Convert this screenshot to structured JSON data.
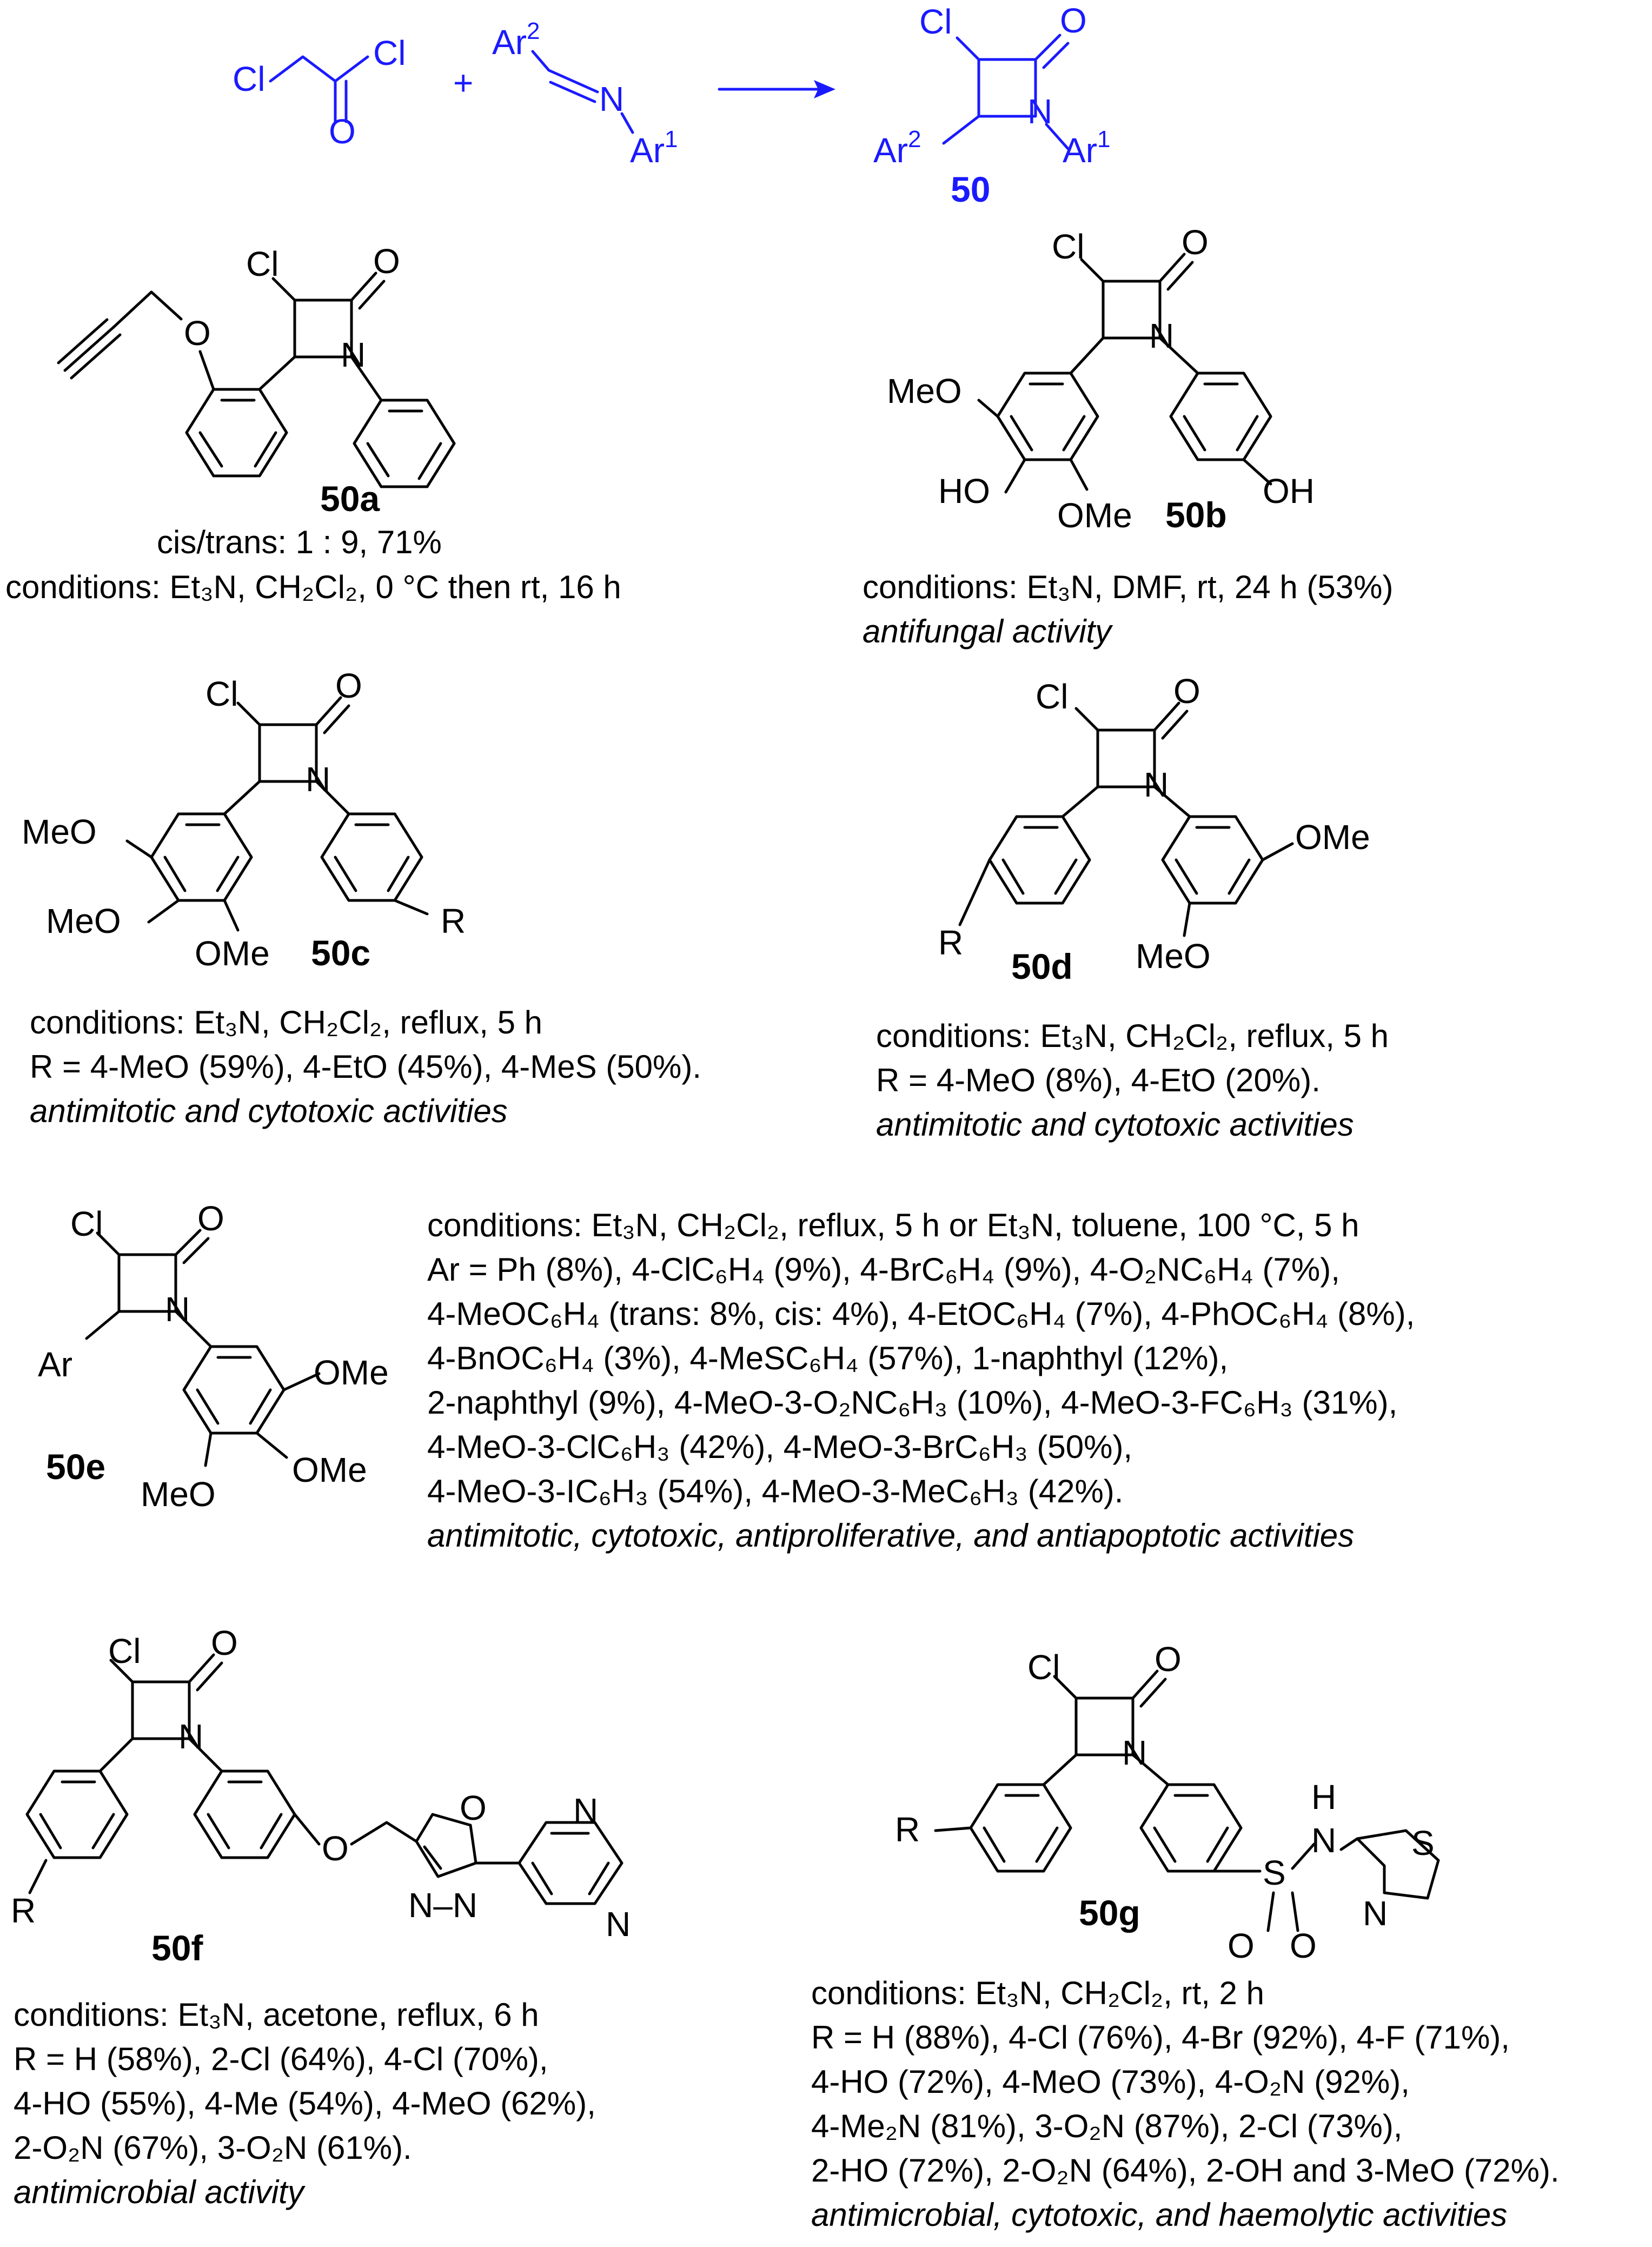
{
  "scheme": {
    "reagent1": {
      "cl_left": "Cl",
      "cl_right": "Cl",
      "o": "O"
    },
    "plus": "+",
    "imine": {
      "ar2": "Ar",
      "ar2_sup": "2",
      "n": "N",
      "ar1": "Ar",
      "ar1_sup": "1"
    },
    "product": {
      "cl": "Cl",
      "o": "O",
      "n": "N",
      "ar2": "Ar",
      "ar2_sup": "2",
      "ar1": "Ar",
      "ar1_sup": "1",
      "label": "50"
    }
  },
  "compounds": {
    "c50a": {
      "label": "50a",
      "cl": "Cl",
      "o": "O",
      "n": "N",
      "ether_o": "O"
    },
    "c50b": {
      "label": "50b",
      "cl": "Cl",
      "o": "O",
      "n": "N",
      "meo": "MeO",
      "ho": "HO",
      "ome": "OMe",
      "oh": "OH"
    },
    "c50c": {
      "label": "50c",
      "cl": "Cl",
      "o": "O",
      "n": "N",
      "meo1": "MeO",
      "meo2": "MeO",
      "ome": "OMe",
      "r": "R"
    },
    "c50d": {
      "label": "50d",
      "cl": "Cl",
      "o": "O",
      "n": "N",
      "r": "R",
      "ome": "OMe",
      "meo": "MeO"
    },
    "c50e": {
      "label": "50e",
      "cl": "Cl",
      "o": "O",
      "n": "N",
      "ar": "Ar",
      "ome1": "OMe",
      "ome2": "OMe",
      "meo": "MeO"
    },
    "c50f": {
      "label": "50f",
      "cl": "Cl",
      "o": "O",
      "n": "N",
      "r": "R",
      "ether_o": "O",
      "ox_o": "O",
      "n_n": "N–N",
      "pz_n1": "N",
      "pz_n2": "N"
    },
    "c50g": {
      "label": "50g",
      "cl": "Cl",
      "o": "O",
      "n": "N",
      "r": "R",
      "s": "S",
      "h": "H",
      "nh_n": "N",
      "o1": "O",
      "o2": "O",
      "thz_s": "S",
      "thz_n": "N"
    }
  },
  "notes": {
    "n50a": {
      "l1": "cis/trans: 1 : 9, 71%",
      "l2": "conditions: Et₃N, CH₂Cl₂, 0 °C then rt, 16 h"
    },
    "n50b": {
      "l1": "conditions: Et₃N, DMF, rt, 24 h (53%)",
      "l2": "antifungal activity"
    },
    "n50c": {
      "l1": "conditions: Et₃N, CH₂Cl₂, reflux, 5 h",
      "l2": "R = 4-MeO (59%), 4-EtO (45%), 4-MeS (50%).",
      "l3": "antimitotic and cytotoxic activities"
    },
    "n50d": {
      "l1": "conditions: Et₃N, CH₂Cl₂, reflux, 5 h",
      "l2": "R = 4-MeO (8%), 4-EtO (20%).",
      "l3": "antimitotic and cytotoxic activities"
    },
    "n50e": {
      "l1": "conditions: Et₃N, CH₂Cl₂, reflux, 5 h or  Et₃N, toluene, 100 °C, 5 h",
      "l2": "Ar = Ph (8%), 4-ClC₆H₄ (9%), 4-BrC₆H₄ (9%), 4-O₂NC₆H₄ (7%),",
      "l3": "4-MeOC₆H₄ (trans: 8%, cis: 4%), 4-EtOC₆H₄ (7%), 4-PhOC₆H₄ (8%),",
      "l4": "4-BnOC₆H₄ (3%), 4-MeSC₆H₄ (57%), 1-naphthyl (12%),",
      "l5": "2-naphthyl (9%), 4-MeO-3-O₂NC₆H₃ (10%), 4-MeO-3-FC₆H₃ (31%),",
      "l6": "4-MeO-3-ClC₆H₃ (42%), 4-MeO-3-BrC₆H₃ (50%),",
      "l7": "4-MeO-3-IC₆H₃ (54%), 4-MeO-3-MeC₆H₃ (42%).",
      "l8": "antimitotic, cytotoxic, antiproliferative, and antiapoptotic activities"
    },
    "n50f": {
      "l1": "conditions: Et₃N, acetone, reflux, 6 h",
      "l2": "R = H (58%), 2-Cl (64%), 4-Cl (70%),",
      "l3": "4-HO (55%), 4-Me (54%), 4-MeO (62%),",
      "l4": "2-O₂N (67%), 3-O₂N (61%).",
      "l5": "antimicrobial activity"
    },
    "n50g": {
      "l1": "conditions: Et₃N, CH₂Cl₂, rt, 2 h",
      "l2": "R = H (88%), 4-Cl (76%), 4-Br (92%), 4-F (71%),",
      "l3": "4-HO (72%), 4-MeO (73%), 4-O₂N (92%),",
      "l4": "4-Me₂N (81%), 3-O₂N (87%), 2-Cl (73%),",
      "l5": "2-HO (72%), 2-O₂N (64%), 2-OH and 3-MeO (72%).",
      "l6": "antimicrobial, cytotoxic, and haemolytic activities"
    }
  }
}
